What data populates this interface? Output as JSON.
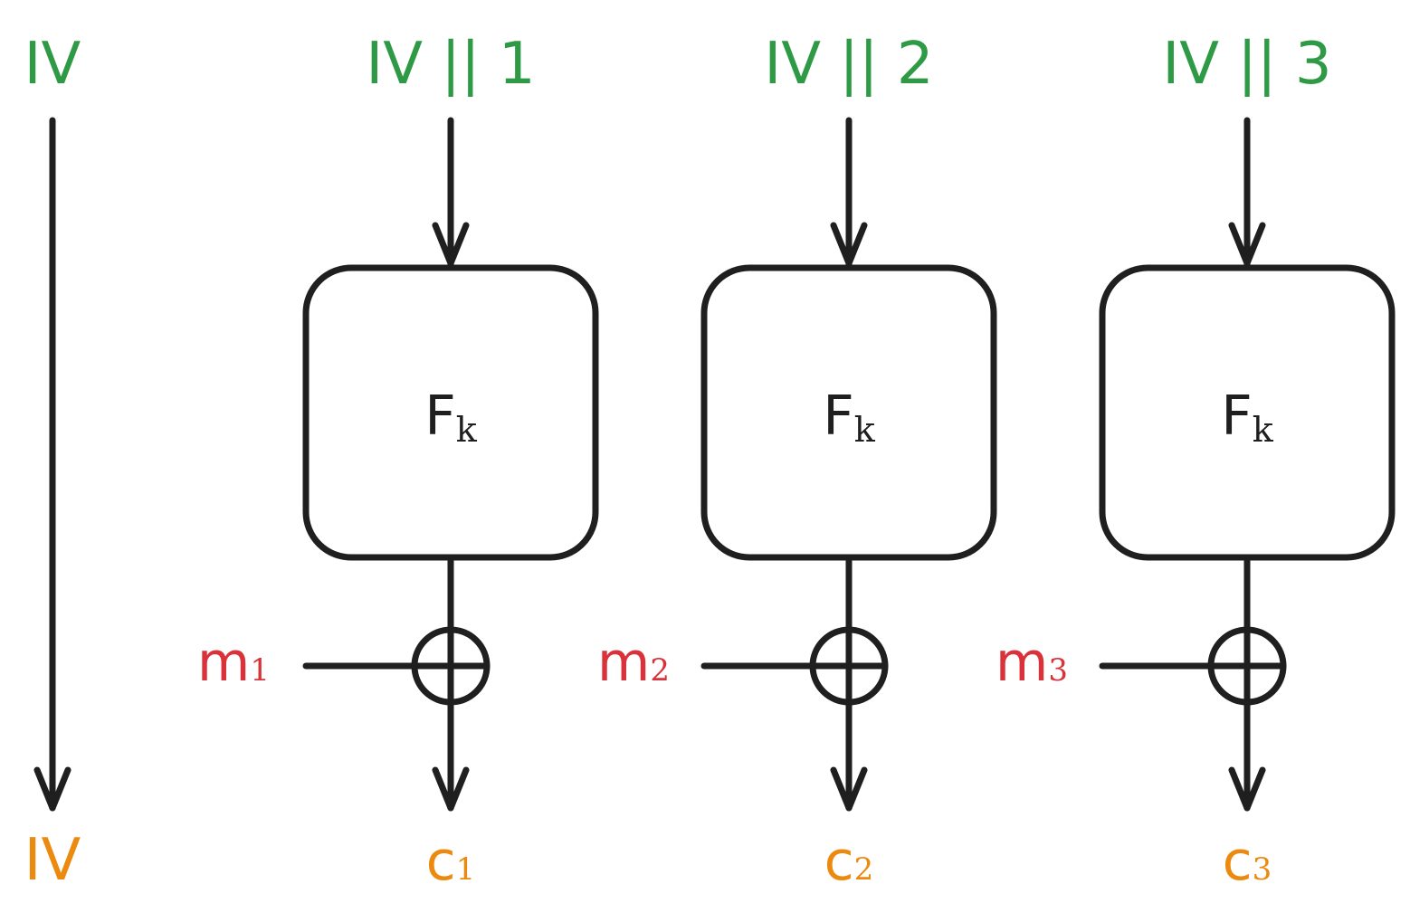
{
  "colors": {
    "stroke": "#1f1f1f",
    "iv_input": "#2e9a45",
    "message": "#d9323a",
    "ciphertext": "#ec8a10",
    "background": "#ffffff"
  },
  "iv_column": {
    "top_label": "IV",
    "bottom_label": "IV"
  },
  "blocks": [
    {
      "input_label": "IV || 1",
      "function_label": "F",
      "function_subscript": "k",
      "message_label": "m",
      "message_subscript": "1",
      "cipher_label": "c",
      "cipher_subscript": "1"
    },
    {
      "input_label": "IV || 2",
      "function_label": "F",
      "function_subscript": "k",
      "message_label": "m",
      "message_subscript": "2",
      "cipher_label": "c",
      "cipher_subscript": "2"
    },
    {
      "input_label": "IV || 3",
      "function_label": "F",
      "function_subscript": "k",
      "message_label": "m",
      "message_subscript": "3",
      "cipher_label": "c",
      "cipher_subscript": "3"
    }
  ]
}
